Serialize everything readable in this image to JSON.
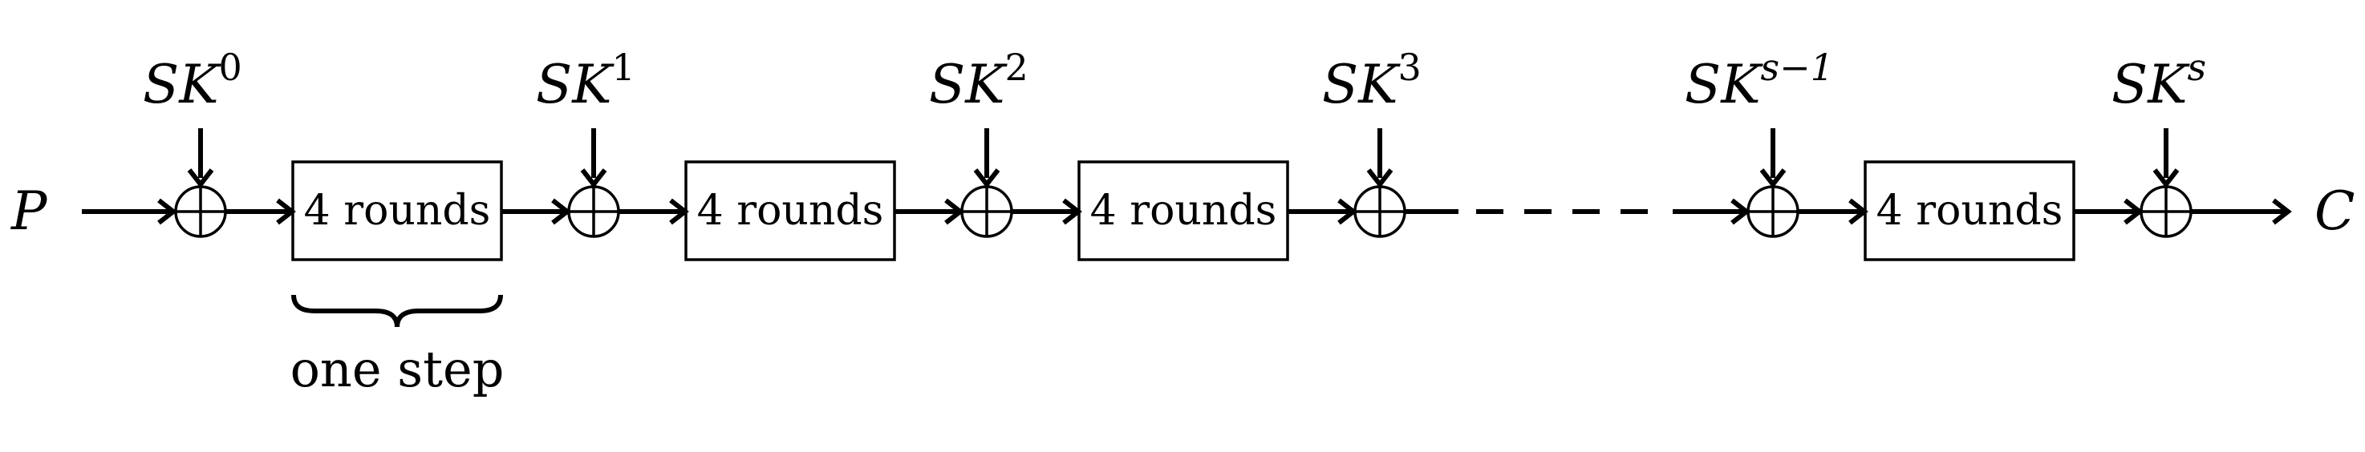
{
  "input_label": "P",
  "output_label": "C",
  "keys": [
    {
      "base": "SK",
      "sup": "0"
    },
    {
      "base": "SK",
      "sup": "1"
    },
    {
      "base": "SK",
      "sup": "2"
    },
    {
      "base": "SK",
      "sup": "3"
    },
    {
      "base": "SK",
      "sup": "s−1"
    },
    {
      "base": "SK",
      "sup": "s"
    }
  ],
  "round_boxes": [
    "4 rounds",
    "4 rounds",
    "4 rounds",
    "4 rounds"
  ],
  "brace_label": "one step"
}
